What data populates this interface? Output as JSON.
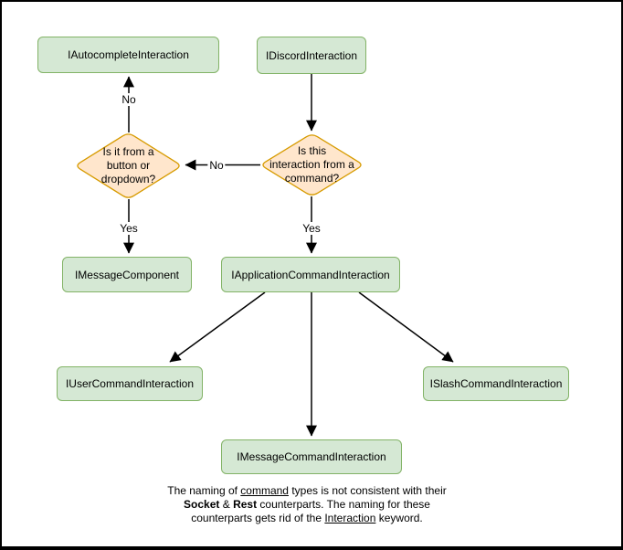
{
  "colors": {
    "background": "#ffffff",
    "canvas_border": "#000000",
    "node_fill": "#d5e8d4",
    "node_stroke": "#82b366",
    "decision_fill": "#ffe6cc",
    "decision_stroke": "#d79b00",
    "arrow": "#000000",
    "text": "#000000"
  },
  "nodes": {
    "autocomplete": {
      "label": "IAutocompleteInteraction"
    },
    "discord": {
      "label": "IDiscordInteraction"
    },
    "decision_button": {
      "lines": [
        "Is it from a",
        "button or",
        "dropdown?"
      ]
    },
    "decision_command": {
      "lines": [
        "Is this",
        "interaction from a",
        "command?"
      ]
    },
    "message_component": {
      "label": "IMessageComponent"
    },
    "application_command": {
      "label": "IApplicationCommandInteraction"
    },
    "user_command": {
      "label": "IUserCommandInteraction"
    },
    "slash_command": {
      "label": "ISlashCommandInteraction"
    },
    "message_command": {
      "label": "IMessageCommandInteraction"
    }
  },
  "edges": {
    "no_to_autocomplete": "No",
    "no_between_decisions": "No",
    "yes_to_message_component": "Yes",
    "yes_to_application_command": "Yes"
  },
  "caption": {
    "lines": [
      {
        "segments": [
          {
            "text": "The naming of ",
            "style": "normal"
          },
          {
            "text": "command",
            "style": "underline"
          },
          {
            "text": " types is not consistent with their",
            "style": "normal"
          }
        ]
      },
      {
        "segments": [
          {
            "text": "Socket",
            "style": "bold"
          },
          {
            "text": " & ",
            "style": "normal"
          },
          {
            "text": "Rest",
            "style": "bold"
          },
          {
            "text": " counterparts. The naming for these",
            "style": "normal"
          }
        ]
      },
      {
        "segments": [
          {
            "text": "counterparts gets rid of the ",
            "style": "normal"
          },
          {
            "text": "Interaction",
            "style": "underline"
          },
          {
            "text": " keyword.",
            "style": "normal"
          }
        ]
      }
    ]
  }
}
